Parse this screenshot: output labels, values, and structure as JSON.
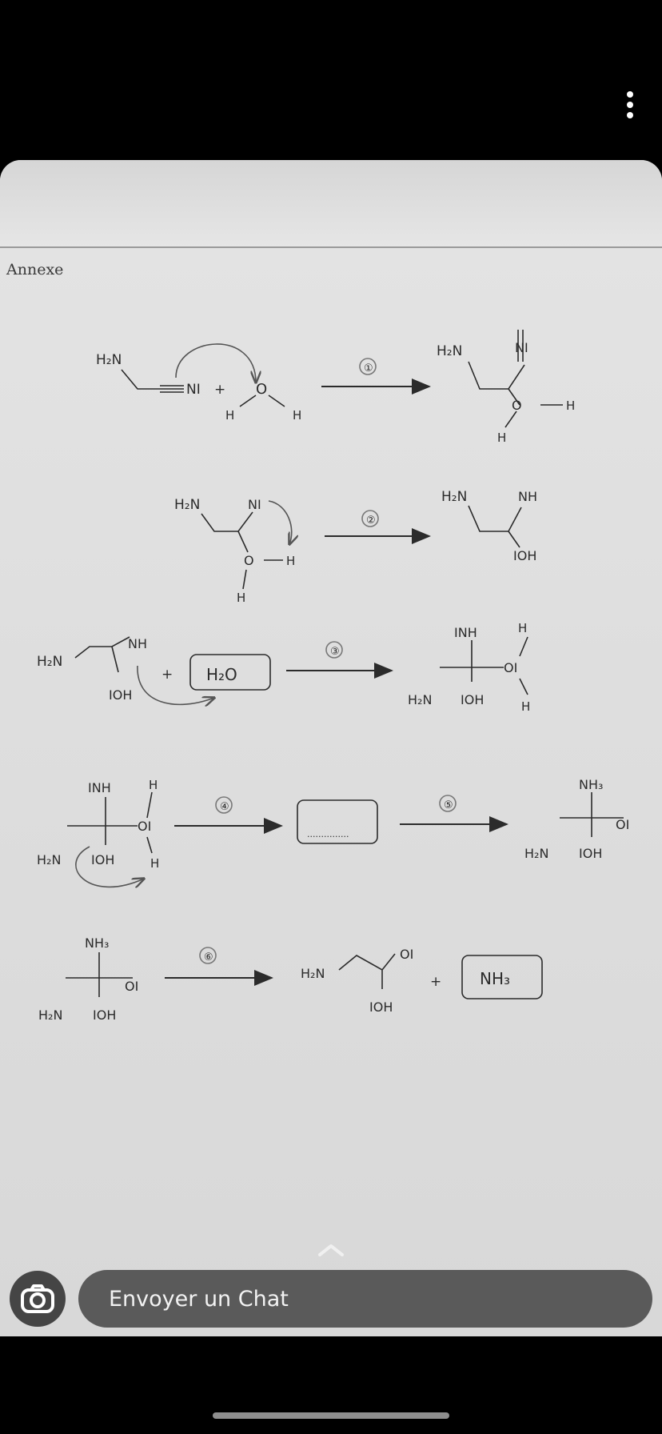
{
  "annexe_label": "Annexe",
  "chat": {
    "placeholder": "Envoyer un Chat"
  },
  "icons": {
    "camera": "camera-icon",
    "menu": "more-vertical-icon",
    "chevron": "chevron-up-icon"
  },
  "steps": [
    "①",
    "②",
    "③",
    "④",
    "⑤",
    "⑥"
  ],
  "placeholder_box": "...............",
  "answers": {
    "step3_reagent": "H₂O",
    "step6_product": "NH₃"
  },
  "labels": {
    "h2n": "H₂N",
    "nh": "NH",
    "inh": "INH",
    "oh": "IOH",
    "ni": "NI",
    "o": "O",
    "o_minus": "OI",
    "h": "H",
    "nh3": "NH₃",
    "plus": "+"
  },
  "colors": {
    "ink": "#2b2b2b",
    "pencil": "#555555",
    "paper": "#e0e0e0"
  }
}
